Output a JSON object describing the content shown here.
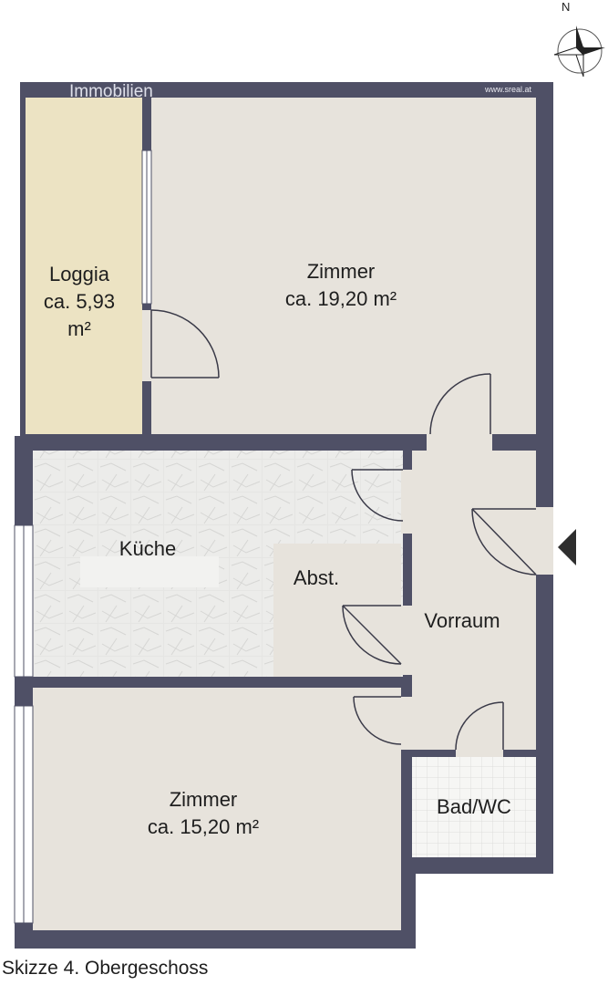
{
  "compass": {
    "north_label": "N",
    "icon": "compass-rose-icon"
  },
  "brand": {
    "text": "Immobilien",
    "website": "www.sreal.at"
  },
  "rooms": {
    "loggia": {
      "name": "Loggia",
      "area_line1": "ca. 5,93",
      "area_line2": "m²"
    },
    "zimmer_top": {
      "name": "Zimmer",
      "area": "ca. 19,20 m²"
    },
    "kueche": {
      "name": "Küche"
    },
    "abst": {
      "name": "Abst."
    },
    "vorraum": {
      "name": "Vorraum"
    },
    "bad": {
      "name": "Bad/WC"
    },
    "zimmer_bottom": {
      "name": "Zimmer",
      "area": "ca. 15,20 m²"
    }
  },
  "entrance": {
    "icon": "entrance-arrow-icon"
  },
  "caption": "Skizze 4. Obergeschoss",
  "colors": {
    "wall": "#4f5066",
    "floor": "#e7e3dc",
    "loggia": "#ece3c3",
    "kitchen_tile": "#e4e4e2",
    "bath_tile": "#f4f4f2",
    "door_line": "#3a3a48"
  }
}
